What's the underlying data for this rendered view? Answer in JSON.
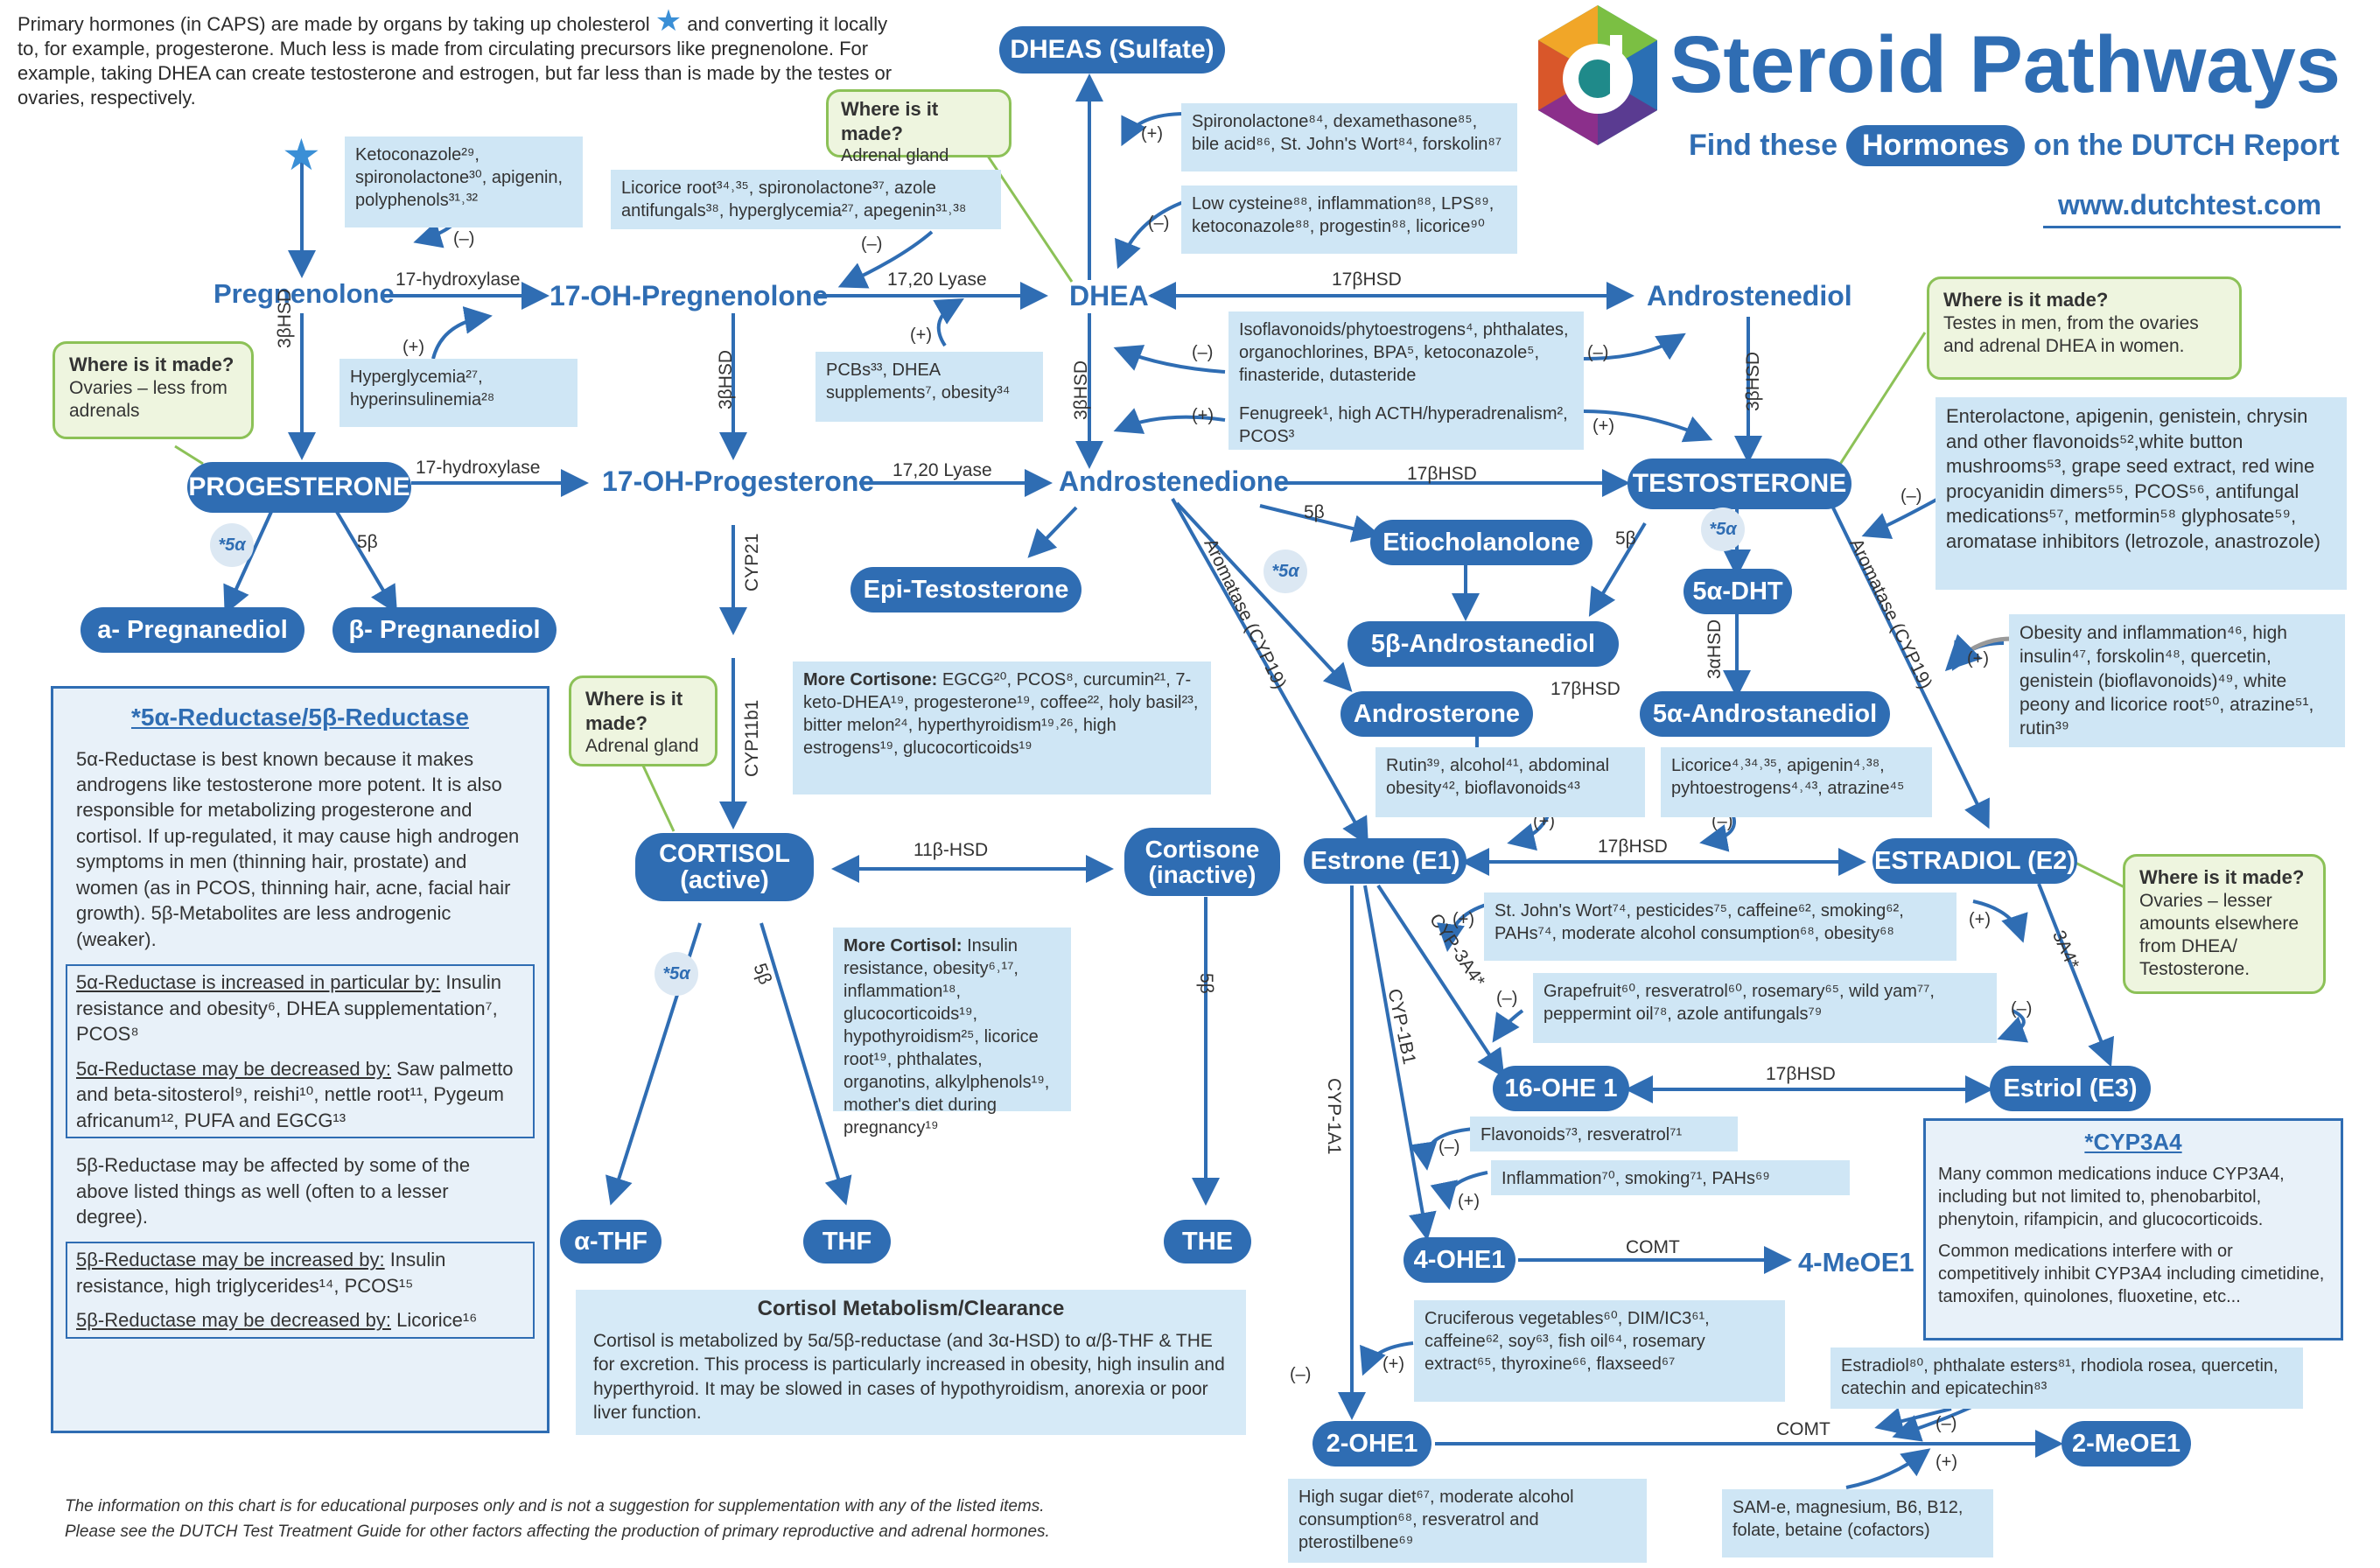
{
  "header": {
    "title": "Steroid Pathways",
    "subtitle_pre": "Find these",
    "subtitle_badge": "Hormones",
    "subtitle_post": "on the DUTCH Report",
    "url": "www.dutchtest.com",
    "intro_pre": "Primary hormones (in CAPS) are made by organs by taking up cholesterol",
    "intro_post": "and converting it locally to, for example, progesterone. Much less is made from circulating precursors like pregnenolone. For example, taking DHEA can create testosterone and estrogen, but far less than is made by the testes or ovaries, respectively."
  },
  "colors": {
    "primary": "#2f6db3",
    "info_box": "#cfe6f5",
    "green_border": "#8cc157",
    "green_fill": "#eef5df",
    "arrow": "#2f6db3"
  },
  "hormones": {
    "pregnenolone": "Pregnenolone",
    "oh_pregnenolone": "17-OH-Pregnenolone",
    "dheas": "DHEAS (Sulfate)",
    "dhea": "DHEA",
    "androstenediol": "Androstenediol",
    "progesterone": "PROGESTERONE",
    "oh_progesterone": "17-OH-Progesterone",
    "androstenedione": "Androstenedione",
    "testosterone": "TESTOSTERONE",
    "a_pregnanediol": "a- Pregnanediol",
    "b_pregnanediol": "β- Pregnanediol",
    "epi_testosterone": "Epi-Testosterone",
    "etiocholanolone": "Etiocholanolone",
    "dht": "5α-DHT",
    "b_androstanediol": "5β-Androstanediol",
    "androsterone": "Androsterone",
    "a_androstanediol": "5α-Androstanediol",
    "cortisol": "CORTISOL",
    "cortisol_sub": "(active)",
    "cortisone": "Cortisone",
    "cortisone_sub": "(inactive)",
    "estrone": "Estrone (E1)",
    "estradiol": "ESTRADIOL (E2)",
    "ohe16": "16-OHE 1",
    "estriol": "Estriol (E3)",
    "ohe4": "4-OHE1",
    "meoe4": "4-MeOE1",
    "ohe2": "2-OHE1",
    "meoe2": "2-MeOE1",
    "athf": "α-THF",
    "thf": "THF",
    "the": "THE"
  },
  "enzymes": {
    "hydroxylase1": "17-hydroxylase",
    "hydroxylase2": "17-hydroxylase",
    "lyase1": "17,20 Lyase",
    "lyase2": "17,20 Lyase",
    "hsd17_top": "17βHSD",
    "hsd17_mid": "17βHSD",
    "hsd17_andro": "17βHSD",
    "hsd17_estro": "17βHSD",
    "hsd17_ohe": "17βHSD",
    "hsd3_1": "3βHSD",
    "hsd3_2": "3βHSD",
    "hsd3_3": "3βHSD",
    "hsd3_4": "3βHSD",
    "ahsd3": "3αHSD",
    "cyp21": "CYP21",
    "cyp11b1": "CYP11b1",
    "hsd11": "11β-HSD",
    "b5_1": "5β",
    "b5_2": "5β",
    "b5_3": "5β",
    "b5_4": "5β",
    "b5_5": "5β",
    "aromatase1": "Aromatase (CYP19)",
    "aromatase2": "Aromatase (CYP19)",
    "cyp3a4a": "CYP-3A4*",
    "cyp3a4b": "3A4*",
    "cyp1b1": "CYP-1B1",
    "cyp1a1": "CYP-1A1",
    "comt1": "COMT",
    "comt2": "COMT",
    "a5_tag": "*5α"
  },
  "signs": {
    "plus": "(+)",
    "minus": "(–)"
  },
  "info": {
    "keto": "Ketoconazole²⁹, spironolactone³⁰, apigenin, polyphenols³¹˒³²",
    "hyper": "Hyperglycemia²⁷, hyperinsulinemia²⁸",
    "licorice": "Licorice root³⁴˒³⁵, spironolactone³⁷, azole antifungals³⁸, hyperglycemia²⁷, apegenin³¹˒³⁸",
    "pcbs": "PCBs³³, DHEA supplements⁷, obesity³⁴",
    "spiro": "Spironolactone⁸⁴, dexamethasone⁸⁵, bile acid⁸⁶, St. John's Wort⁸⁴, forskolin⁸⁷",
    "lowcys": "Low cysteine⁸⁸, inflammation⁸⁸, LPS⁸⁹, ketoconazole⁸⁸, progestin⁸⁸, licorice⁹⁰",
    "isoflav": "Isoflavonoids/phytoestrogens⁴, phthalates, organochlorines, BPA⁵, ketoconazole⁵, finasteride, dutasteride",
    "fenugreek": "Fenugreek¹, high ACTH/hyperadrenalism², PCOS³",
    "enterolactone": "Enterolactone, apigenin, genistein, chrysin and other flavonoids⁵²,white button mushrooms⁵³, grape seed extract, red wine procyanidin dimers⁵⁵, PCOS⁵⁶, antifungal medications⁵⁷, metformin⁵⁸ glyphosate⁵⁹, aromatase inhibitors (letrozole, anastrozole)",
    "obesity": "Obesity and inflammation⁴⁶, high insulin⁴⁷, forskolin⁴⁸, quercetin, genistein (bioflavonoids)⁴⁹, white peony and licorice root⁵⁰, atrazine⁵¹, rutin³⁹",
    "rutin": "Rutin³⁹, alcohol⁴¹, abdominal obesity⁴², bioflavonoids⁴³",
    "licorice2": "Licorice⁴˒³⁴˒³⁵, apigenin⁴˒³⁸, pyhtoestrogens⁴˒⁴³, atrazine⁴⁵",
    "more_cortisone_h": "More Cortisone:",
    "more_cortisone": "EGCG²⁰, PCOS⁸, curcumin²¹, 7-keto-DHEA¹⁹, progesterone¹⁹, coffee²², holy basil²³, bitter melon²⁴, hyperthyroidism¹⁹˒²⁶, high estrogens¹⁹, glucocorticoids¹⁹",
    "more_cortisol_h": "More Cortisol:",
    "more_cortisol": "Insulin resistance, obesity⁶˒¹⁷, inflammation¹⁸, glucocorticoids¹⁹, hypothyroidism²⁵, licorice root¹⁹, phthalates, organotins, alkylphenols¹⁹, mother's diet during pregnancy¹⁹",
    "stjohns": "St. John's Wort⁷⁴, pesticides⁷⁵, caffeine⁶², smoking⁶², PAHs⁷⁴, moderate alcohol consumption⁶⁸, obesity⁶⁸",
    "grapefruit": "Grapefruit⁶⁰, resveratrol⁶⁰, rosemary⁶⁵, wild yam⁷⁷, peppermint oil⁷⁸, azole antifungals⁷⁹",
    "flavonoids": "Flavonoids⁷³, resveratrol⁷¹",
    "inflammation": "Inflammation⁷⁰, smoking⁷¹, PAHs⁶⁹",
    "cruciferous": "Cruciferous vegetables⁶⁰, DIM/IC3⁶¹, caffeine⁶², soy⁶³, fish oil⁶⁴, rosemary extract⁶⁵, thyroxine⁶⁶, flaxseed⁶⁷",
    "estradiol_esters": "Estradiol⁸⁰, phthalate esters⁸¹, rhodiola rosea, quercetin, catechin and epicatechin⁸³",
    "sugar": "High sugar diet⁶⁷, moderate alcohol consumption⁶⁸, resveratrol and pterostilbene⁶⁹",
    "same": "SAM-e, magnesium, B6, B12, folate, betaine (cofactors)"
  },
  "green_boxes": {
    "dheas": {
      "title": "Where is it made?",
      "body": "Adrenal gland"
    },
    "progesterone": {
      "title": "Where is it made?",
      "body": "Ovaries – less from adrenals"
    },
    "testosterone": {
      "title": "Where is it made?",
      "body": "Testes in men, from the ovaries and adrenal DHEA in women."
    },
    "cortisol": {
      "title": "Where is it made?",
      "body": "Adrenal gland"
    },
    "estradiol": {
      "title": "Where is it made?",
      "body": "Ovaries – lesser amounts elsewhere from DHEA/ Testosterone."
    }
  },
  "reductase_box": {
    "title": "*5α-Reductase/5β-Reductase",
    "p1": "5α-Reductase is best known because it makes androgens like testosterone more potent. It is also responsible for metabolizing progesterone and cortisol. If up-regulated, it may cause high androgen symptoms in men (thinning hair, prostate) and women (as in PCOS, thinning hair, acne, facial hair growth). 5β-Metabolites are less androgenic (weaker).",
    "a_inc_h": "5α-Reductase is increased in particular by:",
    "a_inc": "Insulin resistance and obesity⁶, DHEA supplementation⁷, PCOS⁸",
    "a_dec_h": "5α-Reductase may be decreased by:",
    "a_dec": "Saw palmetto and beta-sitosterol⁹, reishi¹⁰, nettle root¹¹, Pygeum africanum¹², PUFA and EGCG¹³",
    "b_aff": "5β-Reductase may be affected by some of the above listed things as well (often to a lesser degree).",
    "b_inc_h": "5β-Reductase may be increased by:",
    "b_inc": "Insulin resistance, high triglycerides¹⁴, PCOS¹⁵",
    "b_dec_h": "5β-Reductase may be decreased by:",
    "b_dec": "Licorice¹⁶"
  },
  "cyp3a4_box": {
    "title": "*CYP3A4",
    "p1": "Many common medications induce CYP3A4, including but not limited to, phenobarbitol, phenytoin, rifampicin, and glucocorticoids.",
    "p2": "Common medications interfere with or competitively inhibit CYP3A4 including cimetidine, tamoxifen, quinolones, fluoxetine, etc..."
  },
  "cortisol_box": {
    "title": "Cortisol Metabolism/Clearance",
    "body": "Cortisol is metabolized by 5α/5β-reductase (and 3α-HSD) to α/β-THF & THE for excretion. This process is particularly increased in obesity, high insulin and hyperthyroid. It may be slowed in cases of hypothyroidism, anorexia or poor liver function."
  },
  "disclaimer": {
    "line1": "The information on this chart is for educational purposes only and is not a suggestion for supplementation with any of the listed items.",
    "line2": "Please see the DUTCH Test Treatment Guide for other factors affecting the production of primary reproductive and adrenal hormones."
  }
}
